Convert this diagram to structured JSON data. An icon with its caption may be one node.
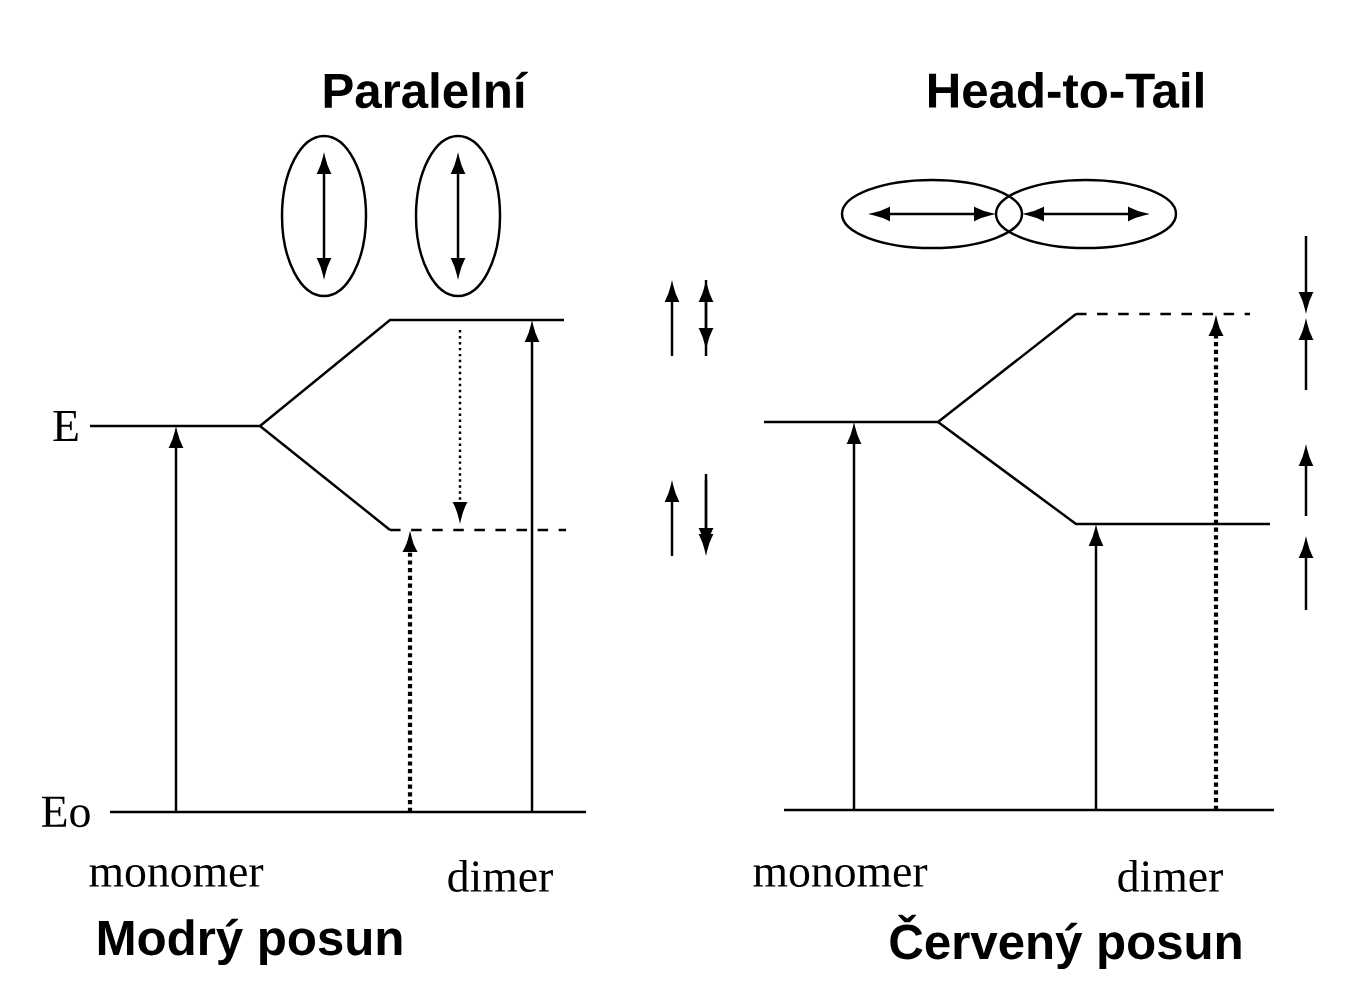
{
  "diagram": {
    "labels": [
      "Paralelní",
      "Head-to-Tail",
      "E",
      "Eo",
      "monomer",
      "dimer",
      "monomer",
      "dimer",
      "Modrý posun",
      "Červený posun"
    ]
  }
}
